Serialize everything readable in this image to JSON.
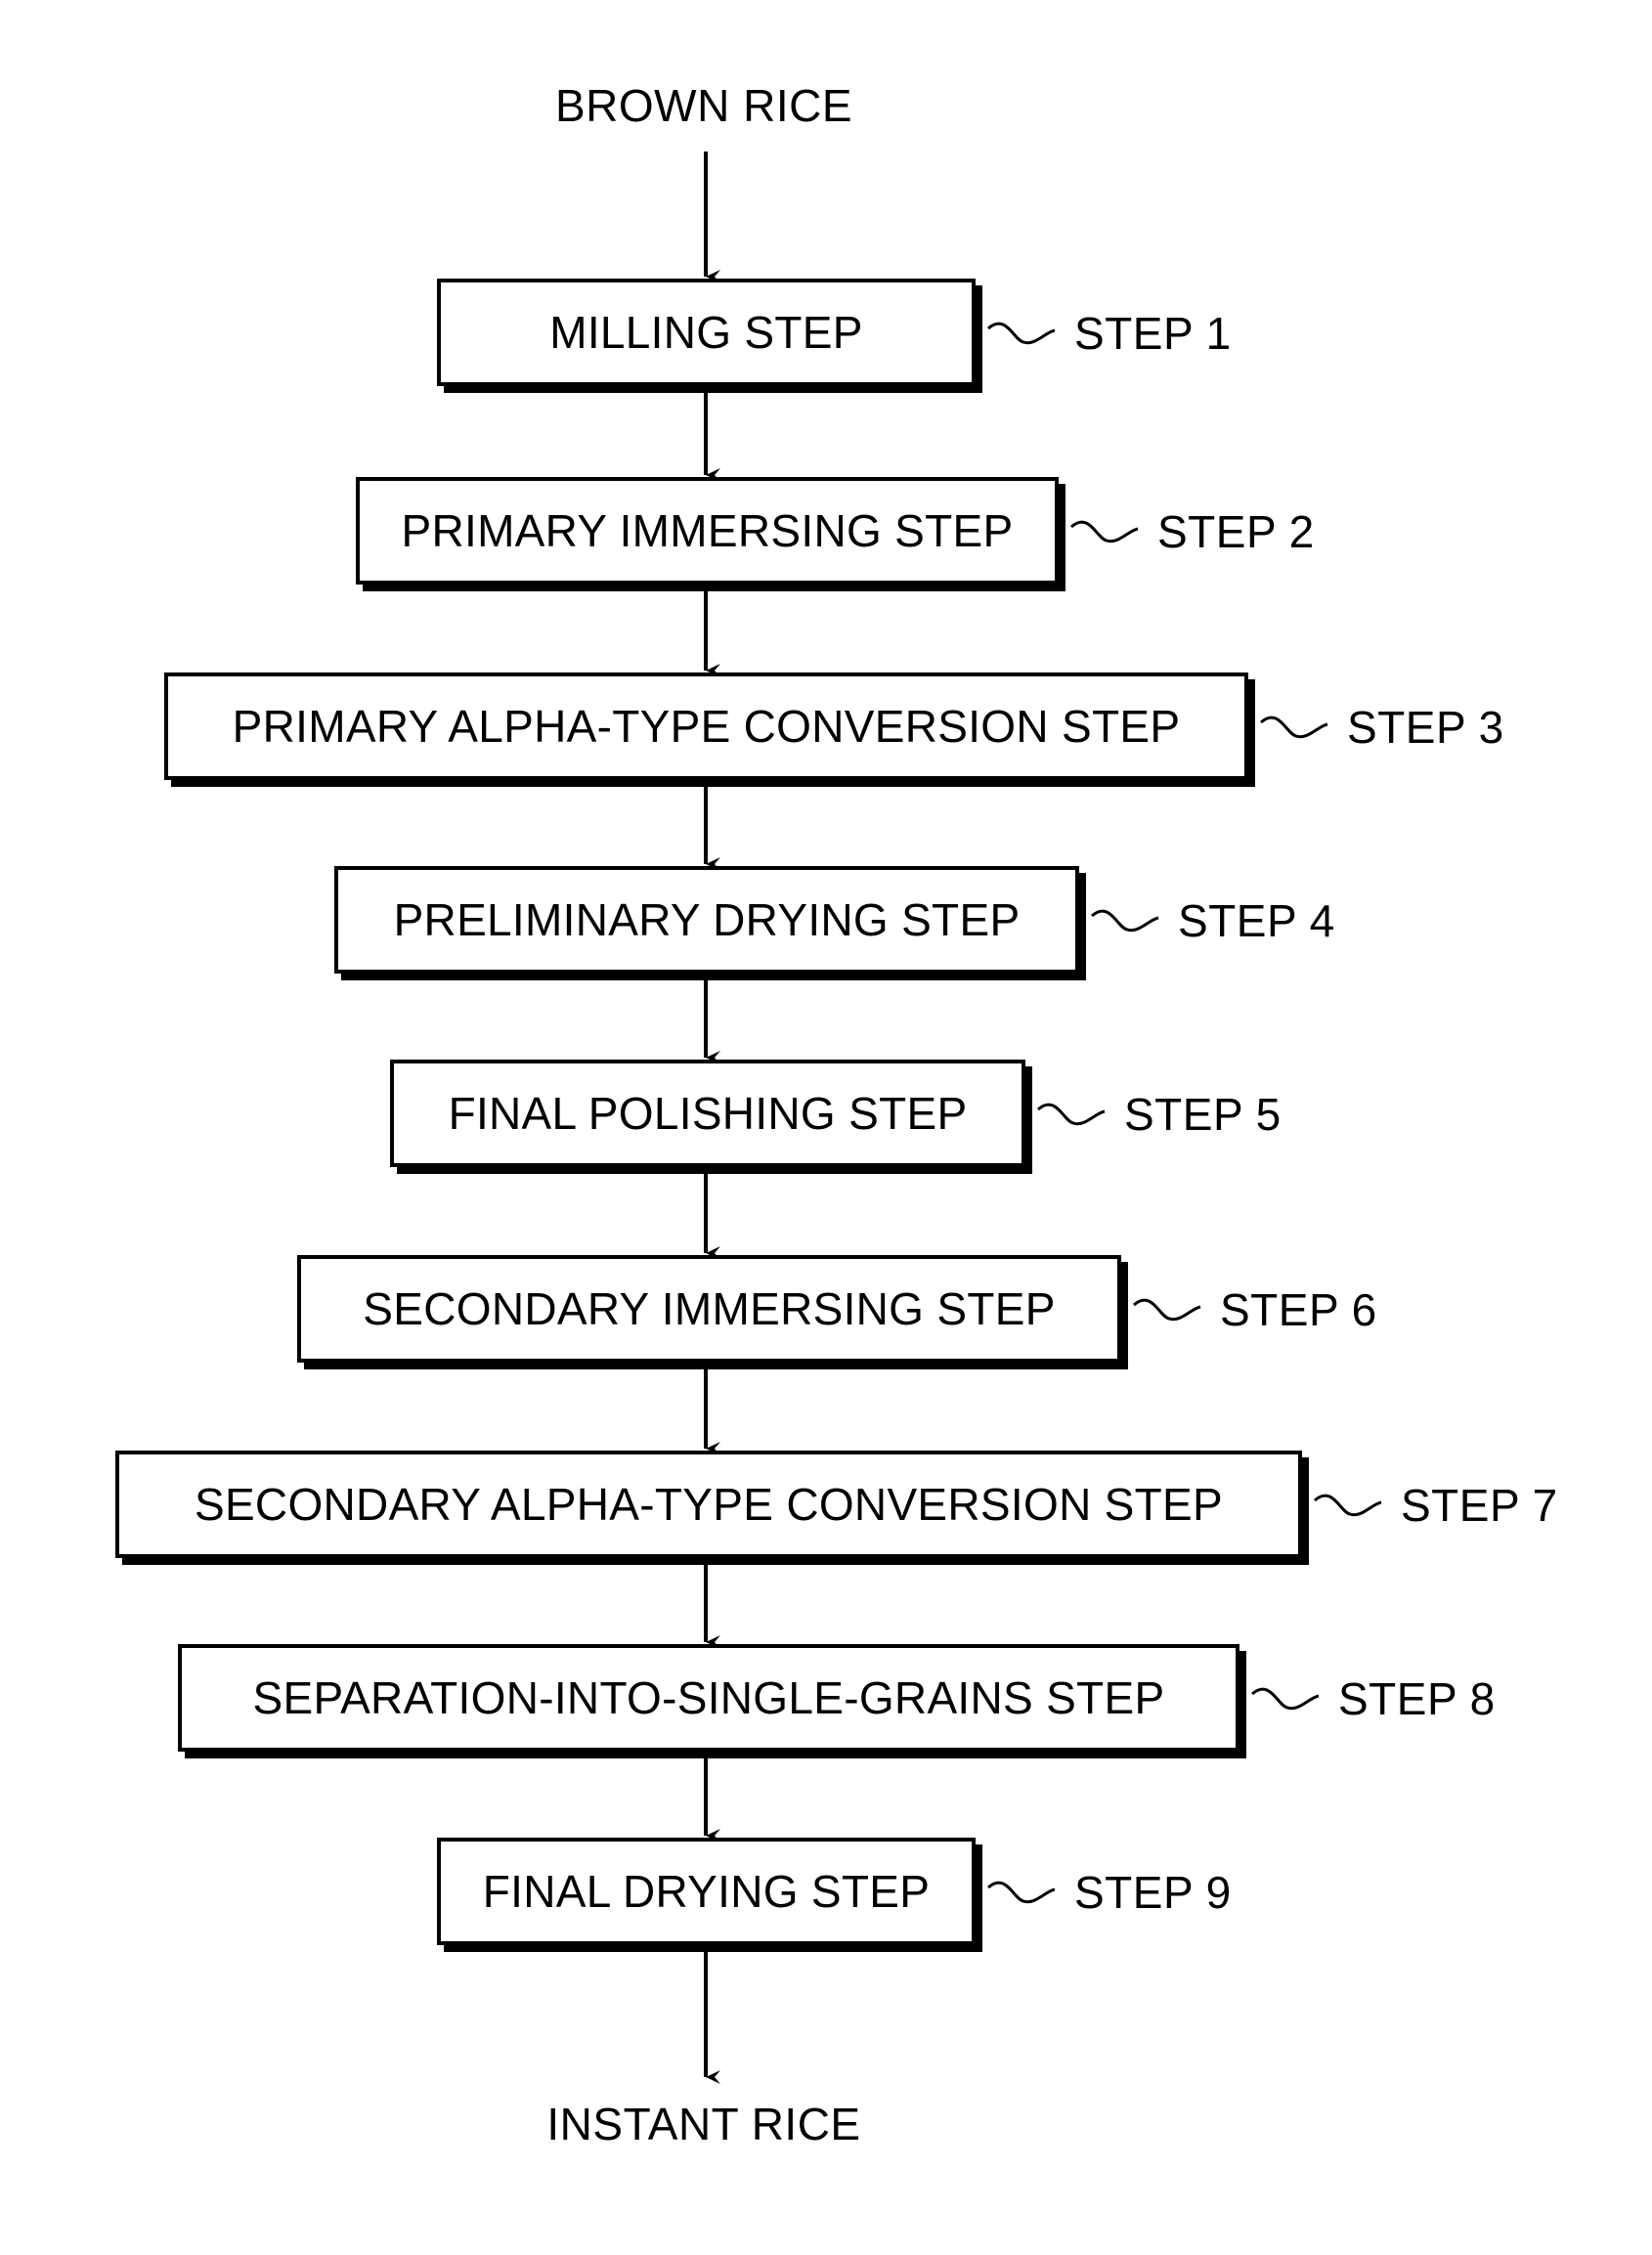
{
  "input_label": "BROWN RICE",
  "output_label": "INSTANT RICE",
  "steps": [
    {
      "name": "MILLING STEP",
      "ref": "STEP 1"
    },
    {
      "name": "PRIMARY IMMERSING STEP",
      "ref": "STEP 2"
    },
    {
      "name": "PRIMARY ALPHA-TYPE CONVERSION STEP",
      "ref": "STEP 3"
    },
    {
      "name": "PRELIMINARY DRYING STEP",
      "ref": "STEP 4"
    },
    {
      "name": "FINAL POLISHING STEP",
      "ref": "STEP 5"
    },
    {
      "name": "SECONDARY IMMERSING STEP",
      "ref": "STEP 6"
    },
    {
      "name": "SECONDARY ALPHA-TYPE CONVERSION STEP",
      "ref": "STEP 7"
    },
    {
      "name": "SEPARATION-INTO-SINGLE-GRAINS STEP",
      "ref": "STEP 8"
    },
    {
      "name": "FINAL DRYING STEP",
      "ref": "STEP 9"
    }
  ]
}
